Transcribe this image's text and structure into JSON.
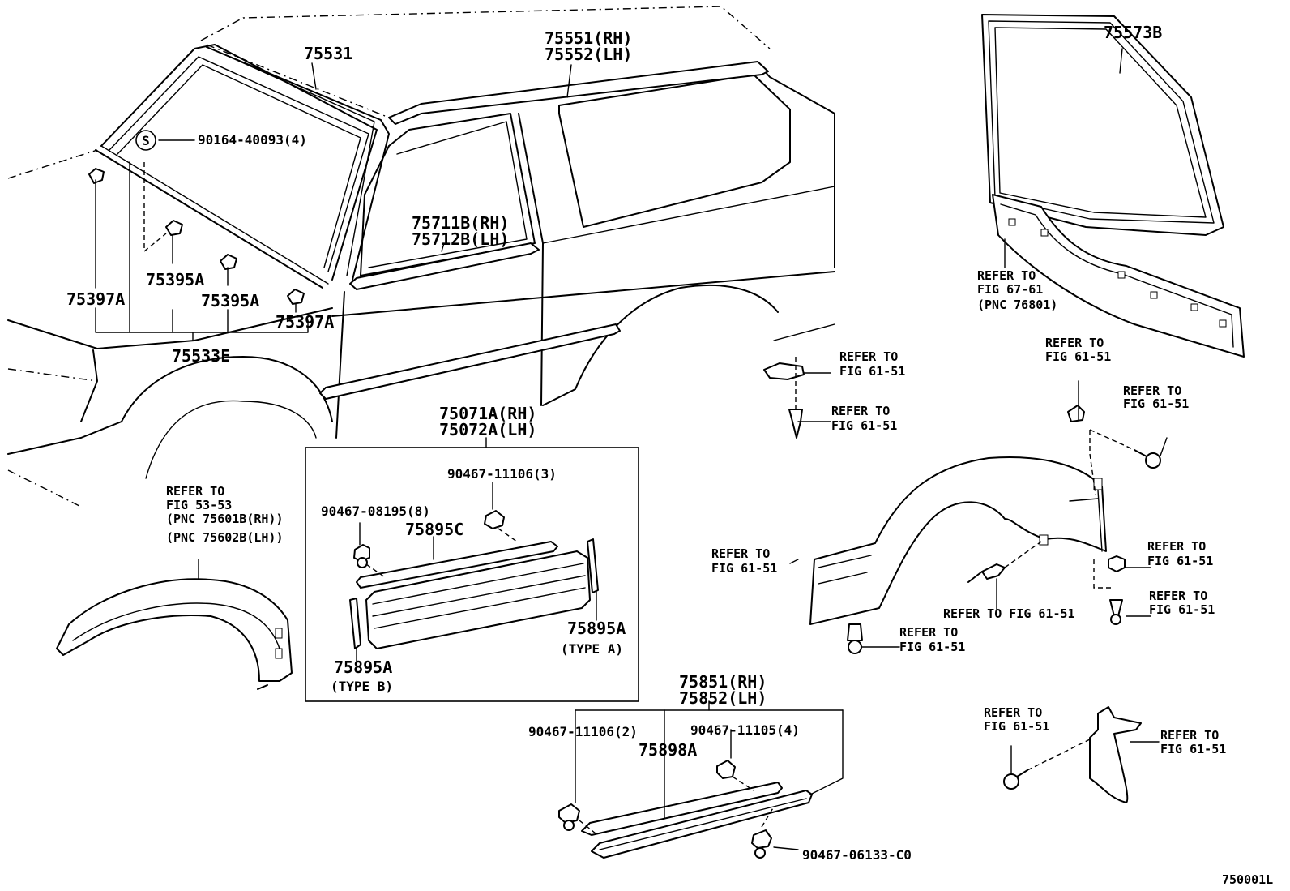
{
  "labels": {
    "p75531": "75531",
    "p75551": "75551(RH)",
    "p75552": "75552(LH)",
    "p75573b": "75573B",
    "p90164": "90164-40093(4)",
    "p75711b": "75711B(RH)",
    "p75712b": "75712B(LH)",
    "p75395a_1": "75395A",
    "p75395a_2": "75395A",
    "p75397a_1": "75397A",
    "p75397a_2": "75397A",
    "p75533e": "75533E",
    "p75071a": "75071A(RH)",
    "p75072a": "75072A(LH)",
    "p90467_11106_3": "90467-11106(3)",
    "p90467_08195": "90467-08195(8)",
    "p75895c": "75895C",
    "p75895a_1": "75895A",
    "p75895a_2": "75895A",
    "type_a": "(TYPE A)",
    "type_b": "(TYPE B)",
    "p75851": "75851(RH)",
    "p75852": "75852(LH)",
    "p90467_11106_2": "90467-11106(2)",
    "p90467_11105": "90467-11105(4)",
    "p75898a": "75898A",
    "p90467_06133": "90467-06133-C0",
    "fig_code": "750001L",
    "s_marker": "S"
  },
  "refs": {
    "r1": [
      "REFER TO",
      "FIG 53-53",
      "(PNC 75601B(RH))",
      "(PNC 75602B(LH))"
    ],
    "r2": [
      "REFER TO",
      "FIG 67-61",
      "(PNC 76801)"
    ],
    "r3": [
      "REFER TO",
      "FIG 61-51"
    ],
    "r4": [
      "REFER TO",
      "FIG 61-51"
    ],
    "r5": [
      "REFER TO",
      "FIG 61-51"
    ],
    "r6": [
      "REFER TO",
      "FIG 61-51"
    ],
    "r7": [
      "REFER TO",
      "FIG 61-51"
    ],
    "r8": [
      "REFER TO",
      "FIG 61-51"
    ],
    "r9": [
      "REFER TO",
      "FIG 61-51"
    ],
    "r10": "REFER TO FIG 61-51",
    "r11": [
      "REFER TO",
      "FIG 61-51"
    ],
    "r12": [
      "REFER TO",
      "FIG 61-51"
    ],
    "r13": [
      "REFER TO",
      "FIG 61-51"
    ]
  }
}
